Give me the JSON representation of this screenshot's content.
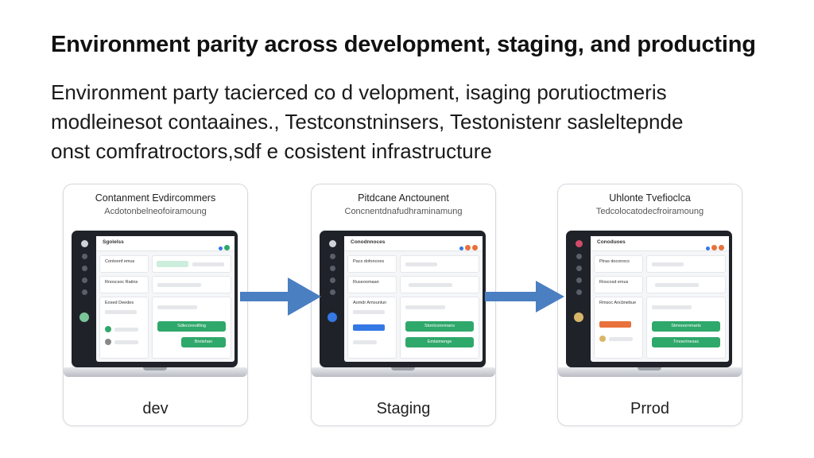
{
  "title": "Environment parity across development, staging, and producting",
  "subtitle_lines": [
    "Environment party tacierced co d velopment, isaging porutioctmeris",
    "modleinesot contaaines., Testconstninsers, Testonistenr sasleltepnde",
    "onst comfratroctors,sdf e cosistent infrastructure"
  ],
  "colors": {
    "arrow": "#4a7fc2",
    "button_green": "#2fa86b",
    "button_blue": "#3478e5",
    "accent_orange": "#e8713c"
  },
  "cards": [
    {
      "title": "Contanment Evdircommers",
      "subtitle": "Acdotonbelneofoiramoung",
      "app_name": "Sgolelss",
      "label": "dev",
      "panels": [
        "Contoonf emus",
        "Rnoscsoc Ratins",
        "Eosed Deedes"
      ],
      "buttons": [
        "Sdlecoreoilling",
        "Bnrtehan"
      ]
    },
    {
      "title": "Pitdcane Anctounent",
      "subtitle": "Concnentdnafudhraminamung",
      "app_name": "Conodnnoces",
      "label": "Staging",
      "panels": [
        "Pacs dofoncoes",
        "Ruseoomaan",
        "Aomdr Amounlun"
      ],
      "buttons": [
        "Stonlconnmans",
        "Emtsimenge"
      ]
    },
    {
      "title": "Uhlonte Tvefioclca",
      "subtitle": "Tedcolocatodecfroiramoung",
      "app_name": "Conoduoes",
      "label": "Prrod",
      "panels": [
        "Ptras doconocs",
        "Rnscosd emus",
        "Rmsoc Ancbnebue"
      ],
      "buttons": [
        "Stmnoornmarts",
        "Trnoertnesss"
      ]
    }
  ]
}
